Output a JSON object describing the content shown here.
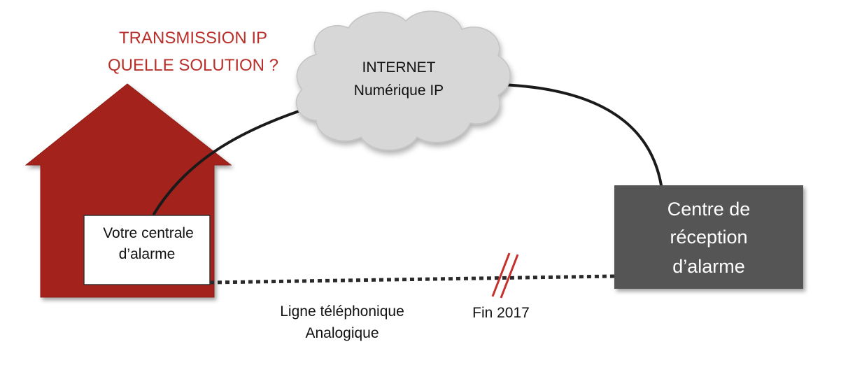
{
  "title": {
    "line1": "TRANSMISSION IP",
    "line2": "QUELLE SOLUTION ?"
  },
  "internet": {
    "line1": "INTERNET",
    "line2": "Numérique IP"
  },
  "alarm_panel": {
    "line1": "Votre centrale",
    "line2": "d’alarme"
  },
  "reception_centre": {
    "line1": "Centre de",
    "line2": "réception",
    "line3": "d’alarme"
  },
  "analog_line": {
    "line1": "Ligne téléphonique",
    "line2": "Analogique"
  },
  "end_marker": {
    "label": "Fin 2017"
  },
  "colors": {
    "house": "#a3231d",
    "title": "#b8302a",
    "cloud": "#d7d7d7",
    "centre": "#555555",
    "cut_marks": "#c4302a",
    "lines": "#1a1a1a"
  }
}
